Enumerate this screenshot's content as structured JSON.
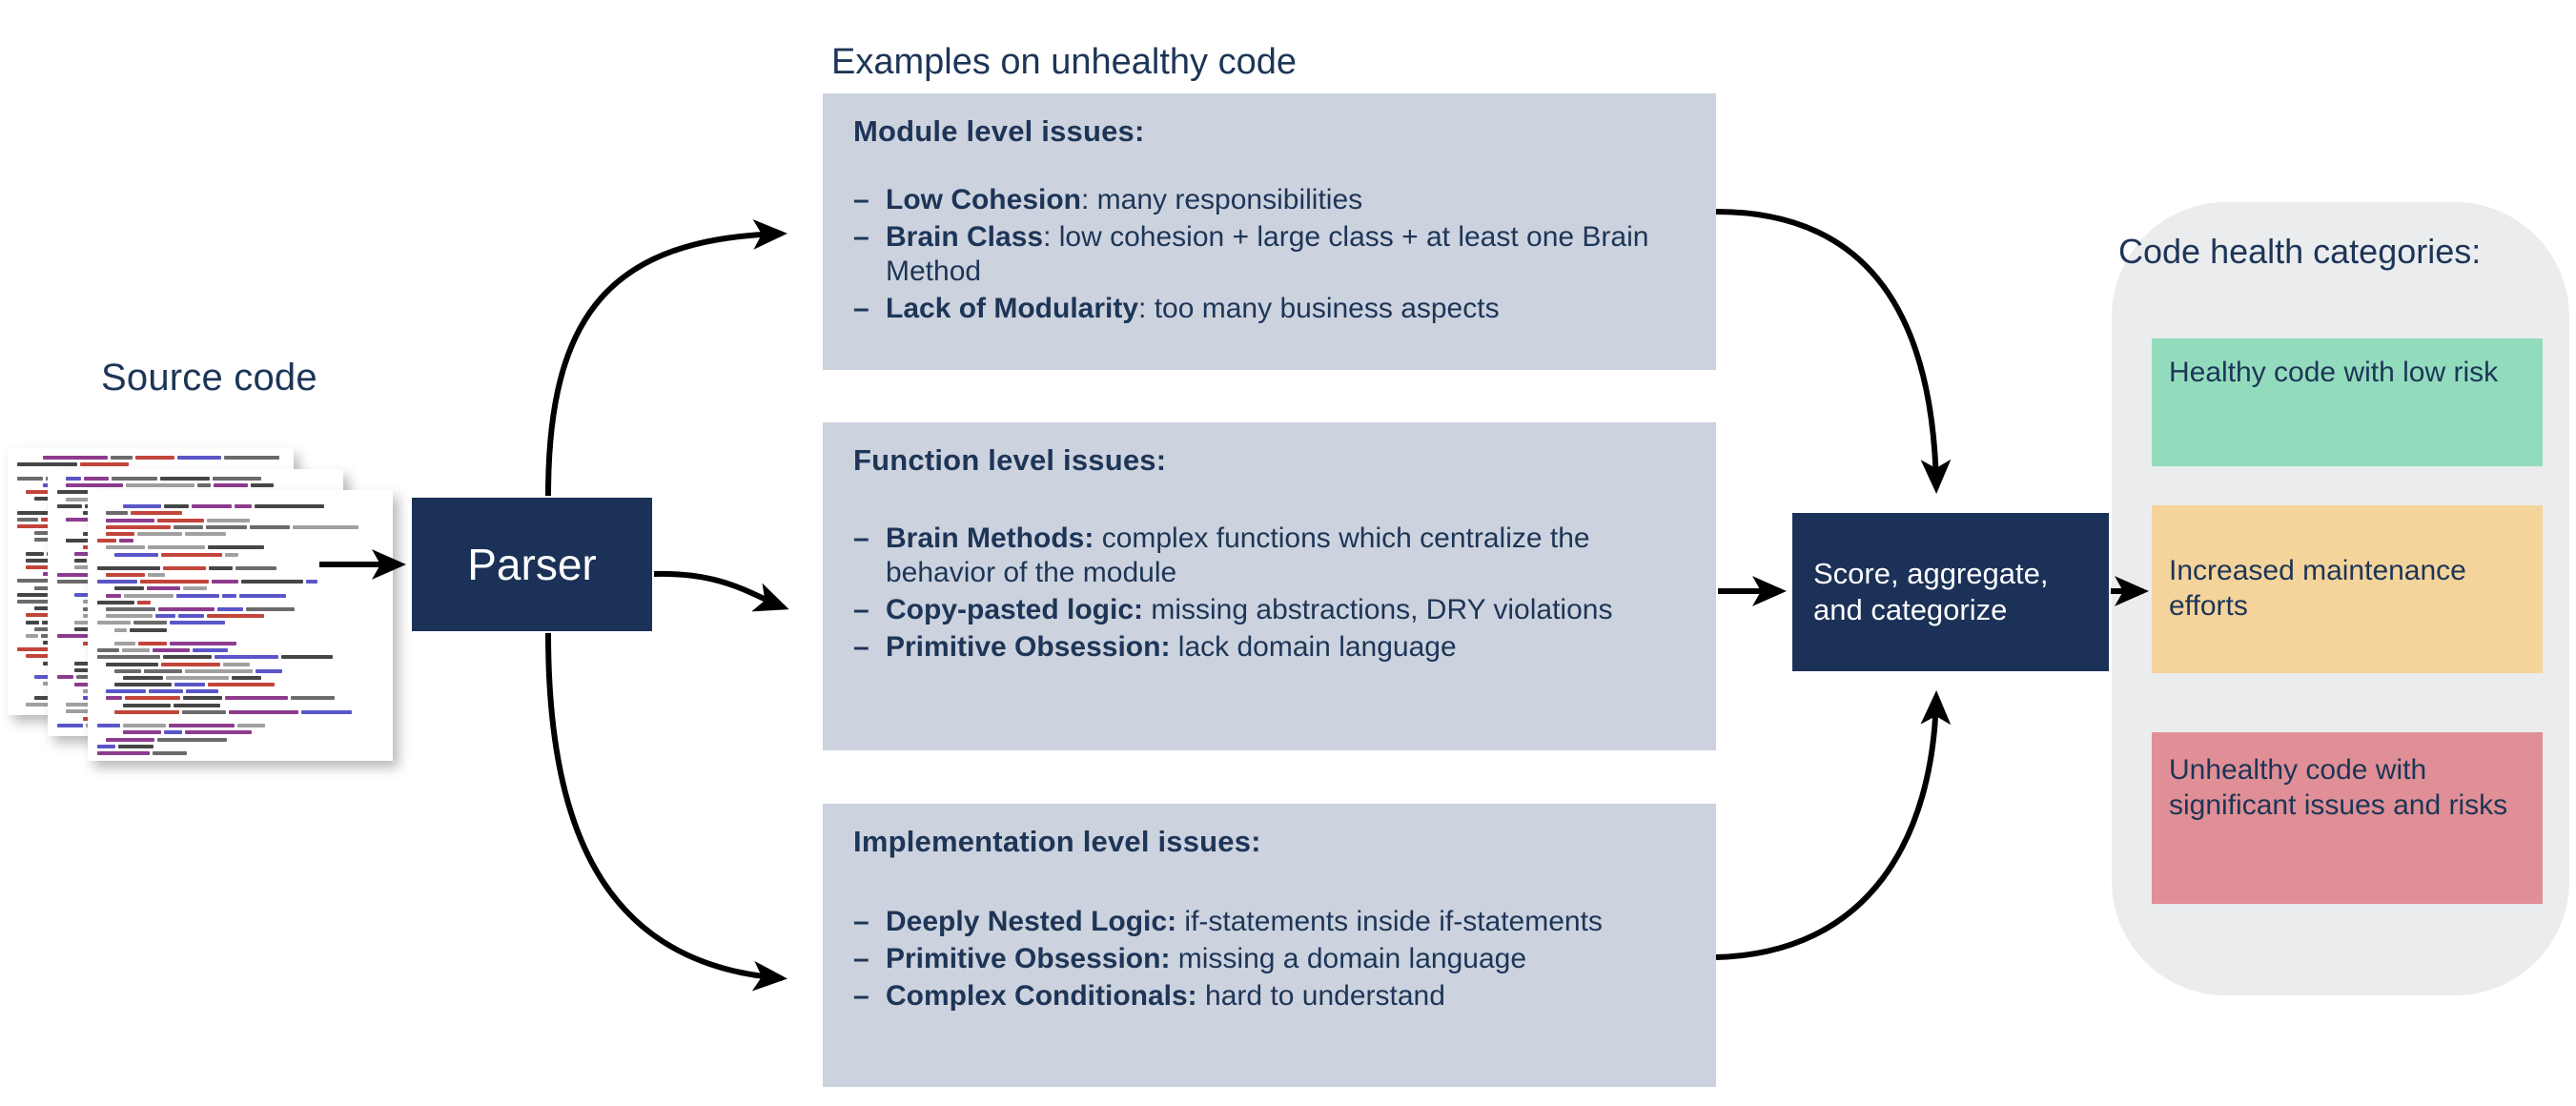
{
  "source": {
    "label": "Source code",
    "stack_pages": 3
  },
  "parser": {
    "label": "Parser"
  },
  "examples": {
    "heading": "Examples on unhealthy code",
    "panels": [
      {
        "id": "module",
        "title": "Module level issues:",
        "items": [
          {
            "term": "Low Cohesion",
            "sep": ": ",
            "desc": "many responsibilities"
          },
          {
            "term": "Brain Class",
            "sep": ": ",
            "desc": "low cohesion + large class + at least one Brain Method"
          },
          {
            "term": "Lack of Modularity",
            "sep": ": ",
            "desc": "too many business aspects"
          }
        ]
      },
      {
        "id": "function",
        "title": "Function level issues:",
        "items": [
          {
            "term": "Brain Methods:",
            "sep": " ",
            "desc": "complex functions which centralize the behavior of the module"
          },
          {
            "term": "Copy-pasted logic:",
            "sep": " ",
            "desc": "missing abstractions, DRY violations"
          },
          {
            "term": "Primitive Obsession:",
            "sep": " ",
            "desc": "lack domain language"
          }
        ]
      },
      {
        "id": "implementation",
        "title": "Implementation level issues:",
        "items": [
          {
            "term": "Deeply Nested Logic:",
            "sep": " ",
            "desc": "if-statements inside if-statements"
          },
          {
            "term": "Primitive Obsession:",
            "sep": " ",
            "desc": "missing a domain language"
          },
          {
            "term": "Complex Conditionals:",
            "sep": " ",
            "desc": "hard to understand"
          }
        ]
      }
    ],
    "bullet": "–"
  },
  "score": {
    "label": "Score, aggregate, and categorize"
  },
  "health": {
    "title": "Code health categories:",
    "categories": [
      {
        "id": "healthy",
        "label": "Healthy code with low risk",
        "color": "#92dcbd"
      },
      {
        "id": "increased",
        "label": "Increased maintenance efforts",
        "color": "#f4d49b"
      },
      {
        "id": "unhealthy",
        "label": "Unhealthy code with significant issues and risks",
        "color": "#e08f96"
      }
    ]
  },
  "theme": {
    "navy": "#1b3157",
    "text_navy": "#1d3557",
    "panel_grey": "#ccd2de",
    "health_panel_grey": "#ebecee",
    "arrow_black": "#000000"
  }
}
